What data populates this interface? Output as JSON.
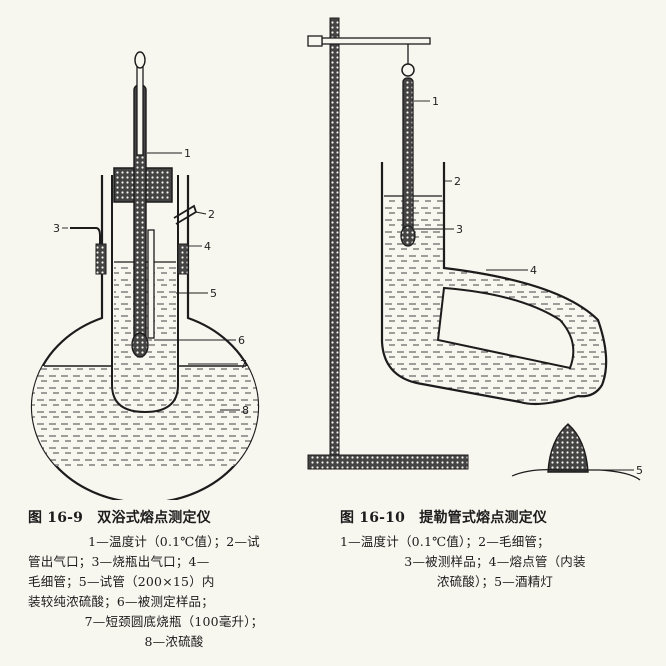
{
  "figure_left": {
    "labels": [
      "1",
      "2",
      "3",
      "4",
      "5",
      "6",
      "7",
      "8"
    ],
    "caption_title": "图 16-9　双浴式熔点测定仪",
    "caption_lines": [
      "1—温度计（0.1℃值）；2—试",
      "管出气口；3—烧瓶出气口；4—",
      "毛细管；5—试管（200×15）内",
      "装较纯浓硫酸；6—被测定样品；",
      "7—短颈圆底烧瓶（100毫升）；",
      "8—浓硫酸"
    ]
  },
  "figure_right": {
    "labels": [
      "1",
      "2",
      "3",
      "4",
      "5"
    ],
    "caption_title": "图 16-10　提勒管式熔点测定仪",
    "caption_lines": [
      "1—温度计（0.1℃值）；2—毛细管；",
      "3—被测样品；4—熔点管（内装",
      "浓硫酸）；5—酒精灯"
    ]
  }
}
